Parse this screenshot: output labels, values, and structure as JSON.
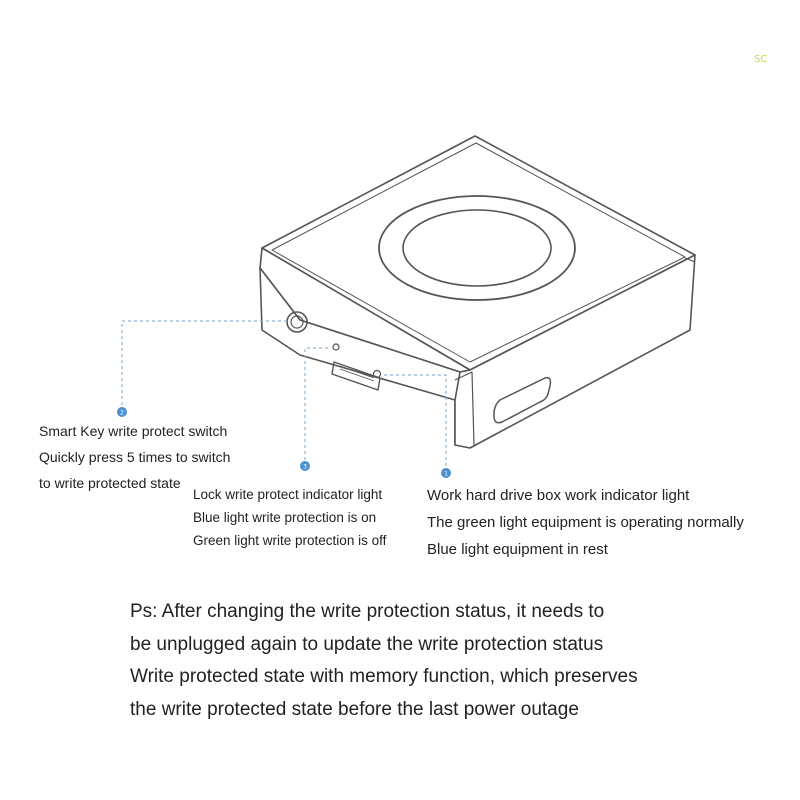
{
  "watermark": "SC",
  "callouts": {
    "smart_key": {
      "marker": "2",
      "lines": [
        "Smart Key write protect switch",
        "Quickly press 5 times to switch",
        "to write protected state"
      ]
    },
    "lock_light": {
      "marker": "3",
      "lines": [
        "Lock write protect indicator light",
        "Blue light write protection is on",
        "Green light write protection is off"
      ]
    },
    "work_light": {
      "marker": "1",
      "lines": [
        "Work hard drive box work indicator light",
        "The green light equipment is operating normally",
        "Blue light equipment in rest"
      ]
    }
  },
  "note": {
    "lines": [
      "Ps: After changing the write protection status, it needs to",
      "be unplugged again to update the write protection status",
      "Write protected state with memory function, which preserves",
      "the write protected state before the last power outage"
    ]
  },
  "colors": {
    "outline": "#555555",
    "leader": "#8fb3d6",
    "marker": "#4a8fd0"
  }
}
